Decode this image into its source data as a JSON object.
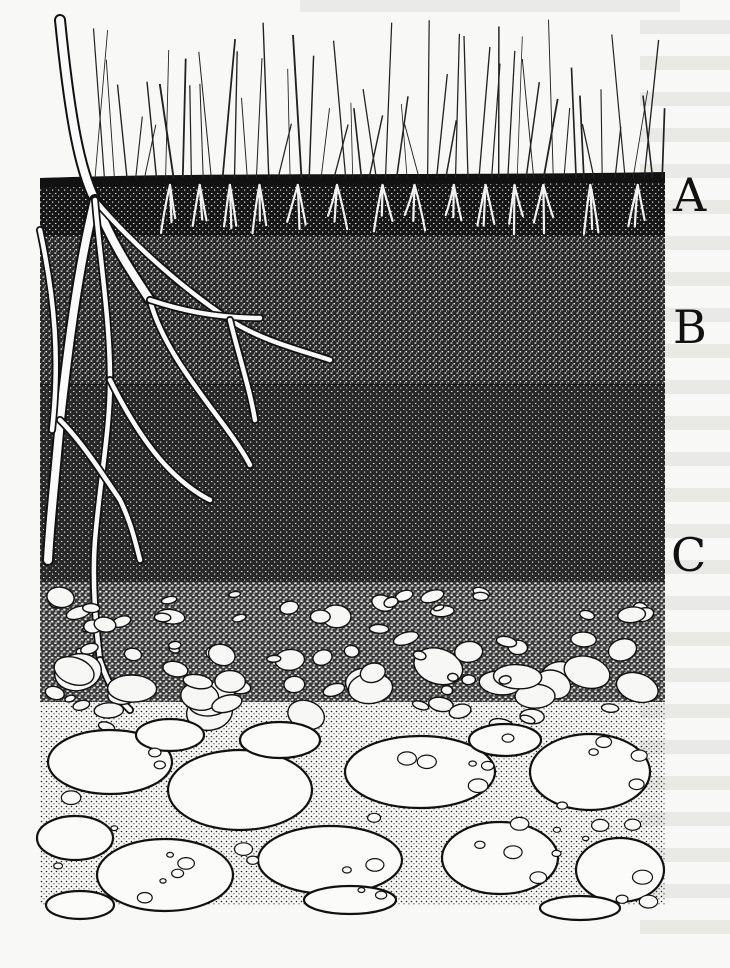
{
  "diagram": {
    "type": "soil-profile-illustration",
    "horizons": [
      {
        "id": "A",
        "label": "A"
      },
      {
        "id": "B",
        "label": "B"
      },
      {
        "id": "C",
        "label": "C"
      }
    ],
    "colors": {
      "ink": "#111111",
      "paper": "#f8f8f6",
      "bleed_text": "#d9d9d6"
    }
  }
}
